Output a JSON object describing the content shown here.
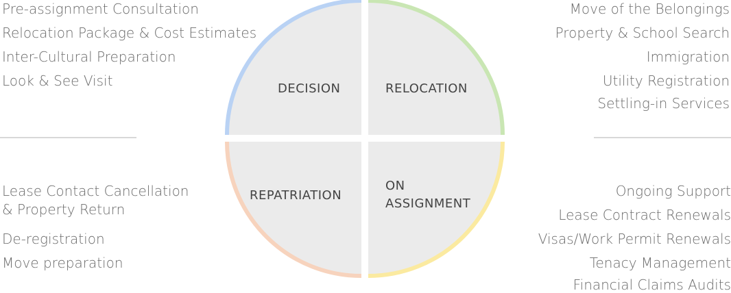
{
  "quadrants": {
    "decision": {
      "label": "DECISION",
      "color": "#b9d2f4",
      "items": [
        "Pre-assignment Consultation",
        "Relocation Package & Cost Estimates",
        "Inter-Cultural Preparation",
        "Look & See Visit"
      ]
    },
    "relocation": {
      "label": "RELOCATION",
      "color": "#c9e6b3",
      "items": [
        "Move of the Belongings",
        "Property & School Search",
        "Immigration",
        "Utility Registration",
        "Settling-in Services"
      ]
    },
    "repatriation": {
      "label": "REPATRIATION",
      "color": "#f7d3bd",
      "items": [
        "Lease Contact Cancellation",
        "& Property Return",
        "De-registration",
        "Move preparation"
      ]
    },
    "assignment": {
      "label_line1": "ON",
      "label_line2": "ASSIGNMENT",
      "color": "#fbeaa0",
      "items": [
        "Ongoing Support",
        "Lease Contract Renewals",
        "Visas/Work Permit Renewals",
        "Tenacy Management",
        "Financial Claims Audits"
      ]
    }
  },
  "colors": {
    "quadrant_fill": "#ebebeb",
    "text": "#6b6b6b",
    "divider": "#d8d8d8"
  }
}
